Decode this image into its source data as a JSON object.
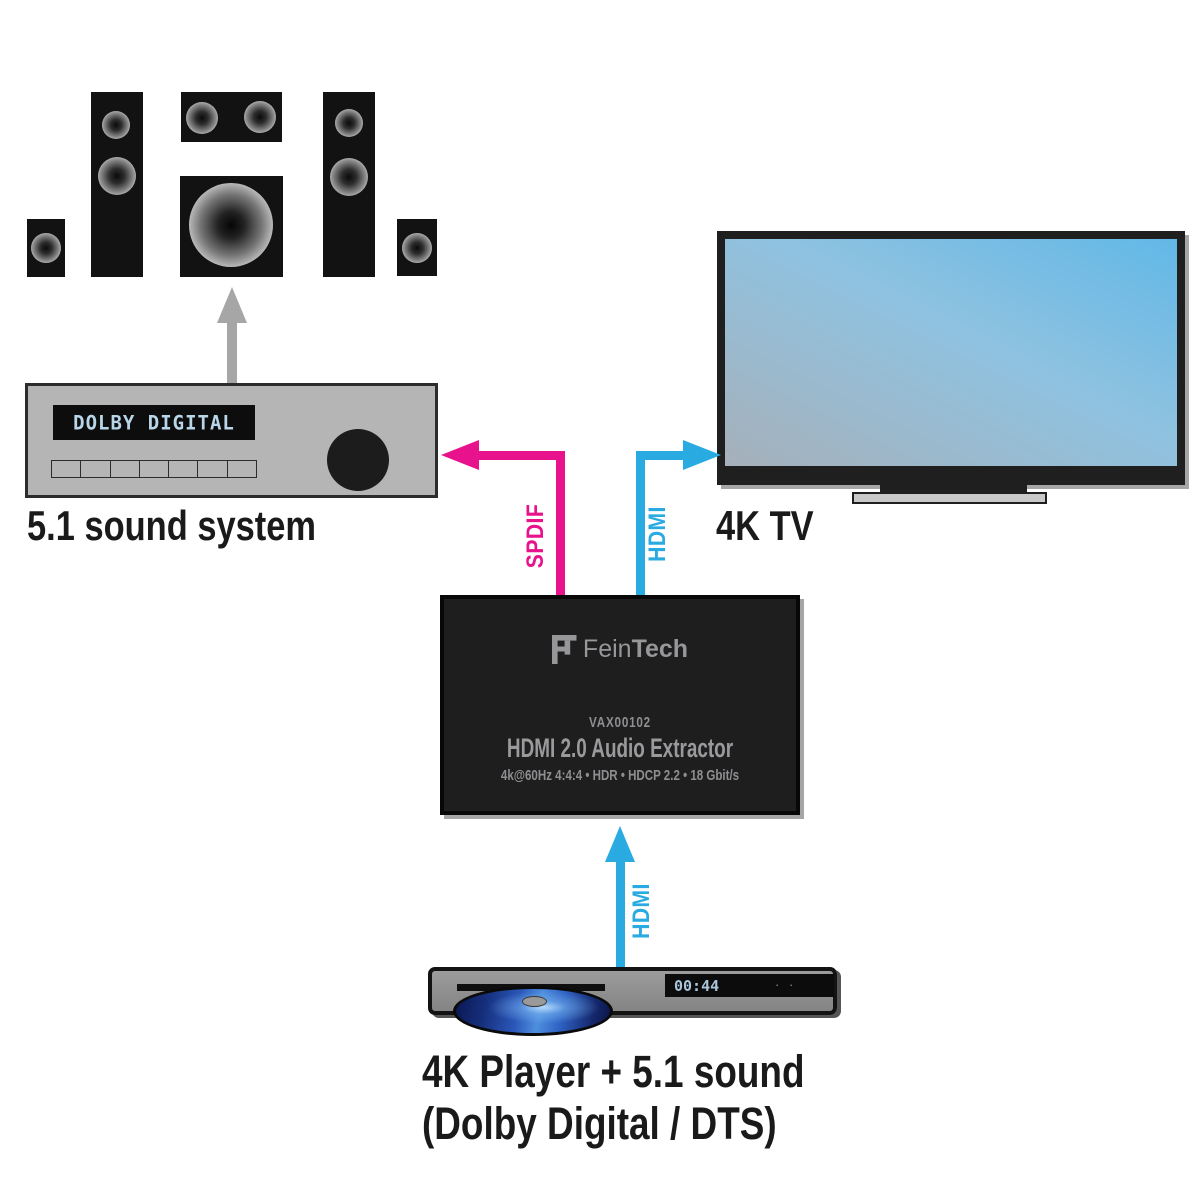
{
  "diagram": {
    "sound_system": {
      "label": "5.1 sound system",
      "receiver_display_text": "DOLBY DIGITAL",
      "button_count": 7
    },
    "tv": {
      "label": "4K TV"
    },
    "extractor": {
      "brand_regular": "Fein",
      "brand_bold": "Tech",
      "model": "VAX00102",
      "title": "HDMI 2.0 Audio Extractor",
      "specs": "4k@60Hz 4:4:4 • HDR • HDCP 2.2 • 18 Gbit/s"
    },
    "player": {
      "label_line1": "4K Player + 5.1 sound",
      "label_line2": "(Dolby Digital / DTS)",
      "display_time": "00:44",
      "display_dots": "· ·"
    },
    "connections": {
      "spdif": {
        "label": "SPDIF",
        "from": "audio extractor",
        "to": "5.1 sound system"
      },
      "hdmi_tv": {
        "label": "HDMI",
        "from": "audio extractor",
        "to": "4K TV"
      },
      "hdmi_player": {
        "label": "HDMI",
        "from": "4K player",
        "to": "audio extractor"
      }
    },
    "colors": {
      "spdif": "#e8138c",
      "hdmi": "#29abe2",
      "gray_arrow": "#a6a6a6"
    }
  }
}
